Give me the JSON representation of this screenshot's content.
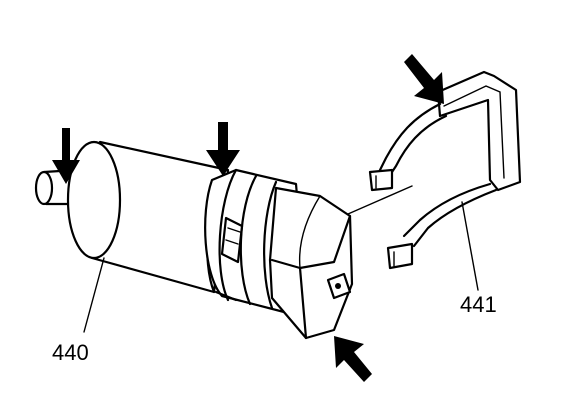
{
  "diagram": {
    "callouts": [
      {
        "id": "440",
        "text": "440"
      },
      {
        "id": "441",
        "text": "441"
      }
    ],
    "arrow_count": 4,
    "parts": [
      "cylinder-housing",
      "connector-head",
      "mounting-bracket"
    ]
  }
}
